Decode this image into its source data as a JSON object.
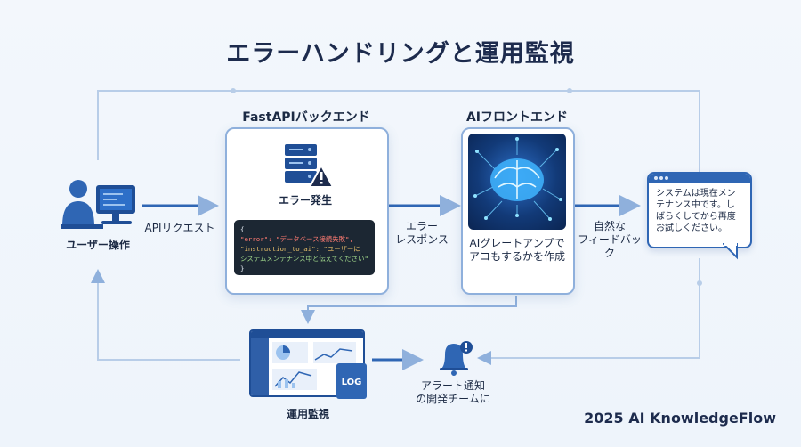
{
  "title": "エラーハンドリングと運用監視",
  "nodes": {
    "user_label": "ユーザー操作",
    "api_request_label": "APIリクエスト",
    "backend_title": "FastAPIバックエンド",
    "error_label": "エラー発生",
    "code_lines": [
      "{",
      "\"error\": \"データベース接続失敗\",",
      "\"instruction_to_ai\": \"ユーザーに",
      "システムメンテナンス中と伝えてください\"",
      "}"
    ],
    "error_response_label": [
      "エラー",
      "レスポンス"
    ],
    "frontend_title": "AIフロントエンド",
    "frontend_caption": [
      "AIグレートアンプで",
      "アコもするかを作成"
    ],
    "feedback_label": [
      "自然な",
      "フィードバック"
    ],
    "bubble_text": "システムは現在メンテナンス中です。しばらくしてから再度お試しください。",
    "monitoring_label": "運用監視",
    "log_label": "LOG",
    "alert_label": [
      "アラート通知",
      "の開発チームに"
    ]
  },
  "brand": "2025 AI KnowledgeFlow",
  "colors": {
    "accent": "#2f66b4",
    "light": "#8fb0dc",
    "dark": "#1d2b4d"
  }
}
